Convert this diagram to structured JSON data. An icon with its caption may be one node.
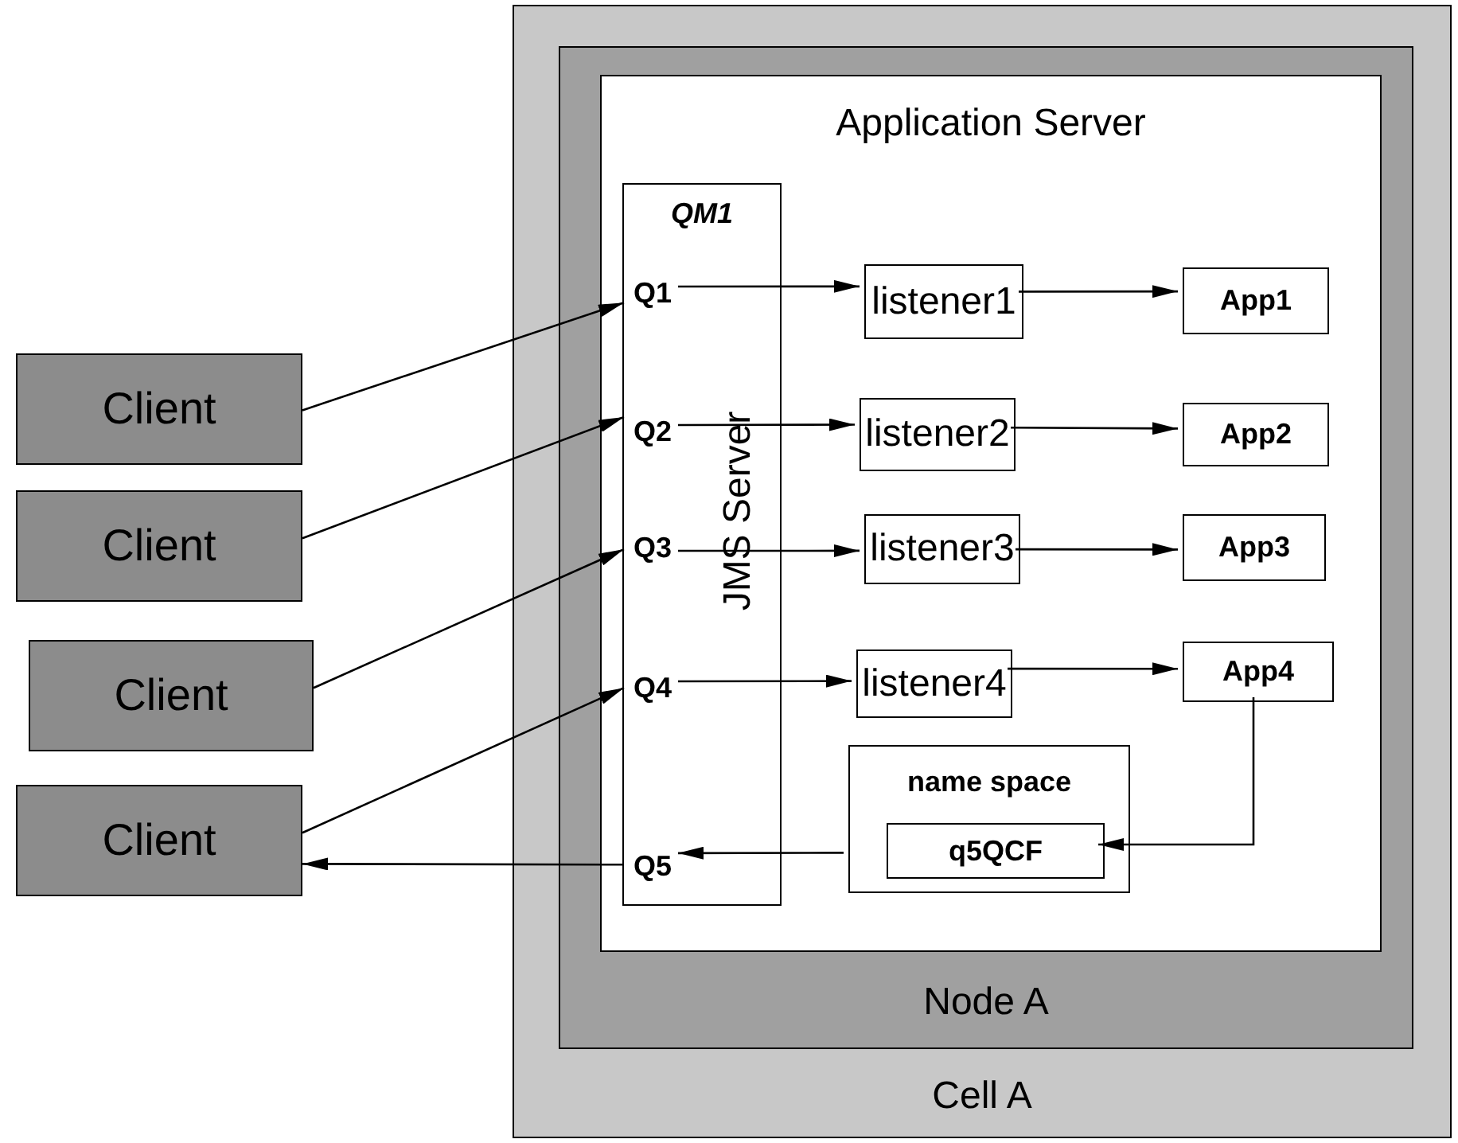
{
  "diagram": {
    "nodes": [
      {
        "text": [
          "Cell A"
        ]
      },
      {
        "text": [
          "Node A"
        ],
        "in": 0
      },
      {
        "text": [
          "Application Server"
        ],
        "in": 1
      },
      {
        "text": [
          "QM1",
          "JMS Server"
        ],
        "in": 2
      },
      {
        "text": [
          "Q1"
        ],
        "in": 3
      },
      {
        "text": [
          "Q2"
        ],
        "in": 3
      },
      {
        "text": [
          "Q3"
        ],
        "in": 3
      },
      {
        "text": [
          "Q4"
        ],
        "in": 3
      },
      {
        "text": [
          "Q5"
        ],
        "in": 3
      },
      {
        "text": [
          "listener1"
        ],
        "in": 2
      },
      {
        "text": [
          "App1"
        ],
        "in": 2
      },
      {
        "text": [
          "listener2"
        ],
        "in": 2
      },
      {
        "text": [
          "App2"
        ],
        "in": 2
      },
      {
        "text": [
          "listener3"
        ],
        "in": 2
      },
      {
        "text": [
          "App3"
        ],
        "in": 2
      },
      {
        "text": [
          "listener4"
        ],
        "in": 2
      },
      {
        "text": [
          "App4"
        ],
        "in": 2
      },
      {
        "text": [
          "name space"
        ],
        "in": 2
      },
      {
        "text": [
          "q5QCF"
        ],
        "in": 17
      },
      {
        "text": [
          "Client"
        ]
      },
      {
        "text": [
          "Client"
        ]
      },
      {
        "text": [
          "Client"
        ]
      },
      {
        "text": [
          "Client"
        ]
      }
    ],
    "edges": [
      {
        "from": 19,
        "to": 4,
        "arrow": "to"
      },
      {
        "from": 20,
        "to": 5,
        "arrow": "to"
      },
      {
        "from": 21,
        "to": 6,
        "arrow": "to"
      },
      {
        "from": 22,
        "to": 7,
        "arrow": "to"
      },
      {
        "from": 8,
        "to": 22,
        "arrow": "to"
      },
      {
        "from": 4,
        "to": 9,
        "arrow": "to"
      },
      {
        "from": 9,
        "to": 10,
        "arrow": "to"
      },
      {
        "from": 5,
        "to": 11,
        "arrow": "to"
      },
      {
        "from": 11,
        "to": 12,
        "arrow": "to"
      },
      {
        "from": 6,
        "to": 13,
        "arrow": "to"
      },
      {
        "from": 13,
        "to": 14,
        "arrow": "to"
      },
      {
        "from": 7,
        "to": 15,
        "arrow": "to"
      },
      {
        "from": 15,
        "to": 16,
        "arrow": "to"
      },
      {
        "from": 16,
        "to": 18,
        "arrow": "to"
      },
      {
        "from": 17,
        "to": 8,
        "arrow": "to"
      }
    ]
  }
}
